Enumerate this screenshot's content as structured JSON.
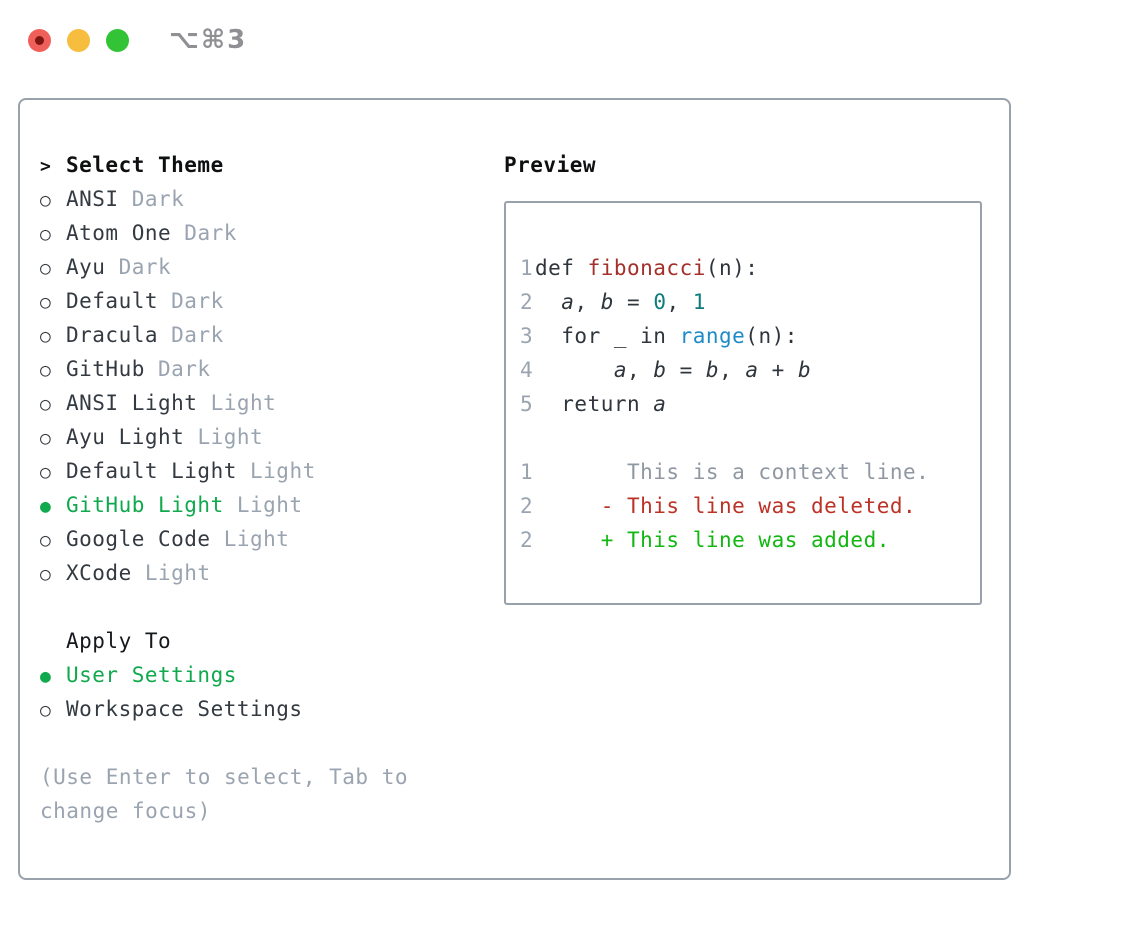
{
  "window": {
    "shortcut_label": "⌥⌘3"
  },
  "icons": {
    "radio_selected": "●",
    "radio_unselected": "○",
    "prompt": ">",
    "diff_deleted_marker": "-",
    "diff_added_marker": "+"
  },
  "colors": {
    "selected_green": "#10a94e",
    "diff_added_green": "#12b712",
    "diff_deleted_red": "#bd3226",
    "function_red": "#a3302a",
    "number_teal": "#0e7c7c",
    "builtin_blue": "#1e8bc8",
    "muted_gray": "#9aa4b0",
    "context_gray": "#8f98a2",
    "panel_border_gray": "#99a2ac",
    "code_text_dark": "#2f353c",
    "traffic_red": "#f0605a",
    "traffic_yellow": "#f6bd3e",
    "traffic_green": "#32c336"
  },
  "theme_panel": {
    "header": {
      "prompt": ">",
      "title": "Select Theme"
    },
    "items": [
      {
        "name": "ANSI",
        "variant": "Dark",
        "selected": false
      },
      {
        "name": "Atom One",
        "variant": "Dark",
        "selected": false
      },
      {
        "name": "Ayu",
        "variant": "Dark",
        "selected": false
      },
      {
        "name": "Default",
        "variant": "Dark",
        "selected": false
      },
      {
        "name": "Dracula",
        "variant": "Dark",
        "selected": false
      },
      {
        "name": "GitHub",
        "variant": "Dark",
        "selected": false
      },
      {
        "name": "ANSI Light",
        "variant": "Light",
        "selected": false
      },
      {
        "name": "Ayu Light",
        "variant": "Light",
        "selected": false
      },
      {
        "name": "Default Light",
        "variant": "Light",
        "selected": false
      },
      {
        "name": "GitHub Light",
        "variant": "Light",
        "selected": true
      },
      {
        "name": "Google Code",
        "variant": "Light",
        "selected": false
      },
      {
        "name": "XCode",
        "variant": "Light",
        "selected": false
      }
    ],
    "apply_to": {
      "title": "Apply To",
      "options": [
        {
          "label": "User Settings",
          "selected": true
        },
        {
          "label": "Workspace Settings",
          "selected": false
        }
      ]
    },
    "help_lines": [
      "(Use Enter to select, Tab to",
      "change focus)"
    ]
  },
  "preview": {
    "title": "Preview",
    "code_lines": [
      {
        "num": "1",
        "segments": [
          {
            "t": "def ",
            "s": "plain"
          },
          {
            "t": "fibonacci",
            "s": "func"
          },
          {
            "t": "(n):",
            "s": "plain"
          }
        ]
      },
      {
        "num": "2",
        "segments": [
          {
            "t": "  ",
            "s": "plain"
          },
          {
            "t": "a",
            "s": "var"
          },
          {
            "t": ", ",
            "s": "plain"
          },
          {
            "t": "b",
            "s": "var"
          },
          {
            "t": " = ",
            "s": "plain"
          },
          {
            "t": "0",
            "s": "number"
          },
          {
            "t": ", ",
            "s": "plain"
          },
          {
            "t": "1",
            "s": "number"
          }
        ]
      },
      {
        "num": "3",
        "segments": [
          {
            "t": "  for _ in ",
            "s": "plain"
          },
          {
            "t": "range",
            "s": "builtin"
          },
          {
            "t": "(n):",
            "s": "plain"
          }
        ]
      },
      {
        "num": "4",
        "segments": [
          {
            "t": "      ",
            "s": "plain"
          },
          {
            "t": "a",
            "s": "var"
          },
          {
            "t": ", ",
            "s": "plain"
          },
          {
            "t": "b",
            "s": "var"
          },
          {
            "t": " = ",
            "s": "plain"
          },
          {
            "t": "b",
            "s": "var"
          },
          {
            "t": ", ",
            "s": "plain"
          },
          {
            "t": "a",
            "s": "var"
          },
          {
            "t": " + ",
            "s": "plain"
          },
          {
            "t": "b",
            "s": "var"
          }
        ]
      },
      {
        "num": "5",
        "segments": [
          {
            "t": "  return ",
            "s": "plain"
          },
          {
            "t": "a",
            "s": "var"
          }
        ]
      },
      {
        "num": "",
        "segments": []
      },
      {
        "num": "1",
        "segments": [
          {
            "t": "       This is a context line.",
            "s": "context"
          }
        ]
      },
      {
        "num": "2",
        "segments": [
          {
            "t": "     - This line was deleted.",
            "s": "deleted"
          }
        ]
      },
      {
        "num": "2",
        "segments": [
          {
            "t": "     + This line was added.",
            "s": "added"
          }
        ]
      }
    ]
  }
}
